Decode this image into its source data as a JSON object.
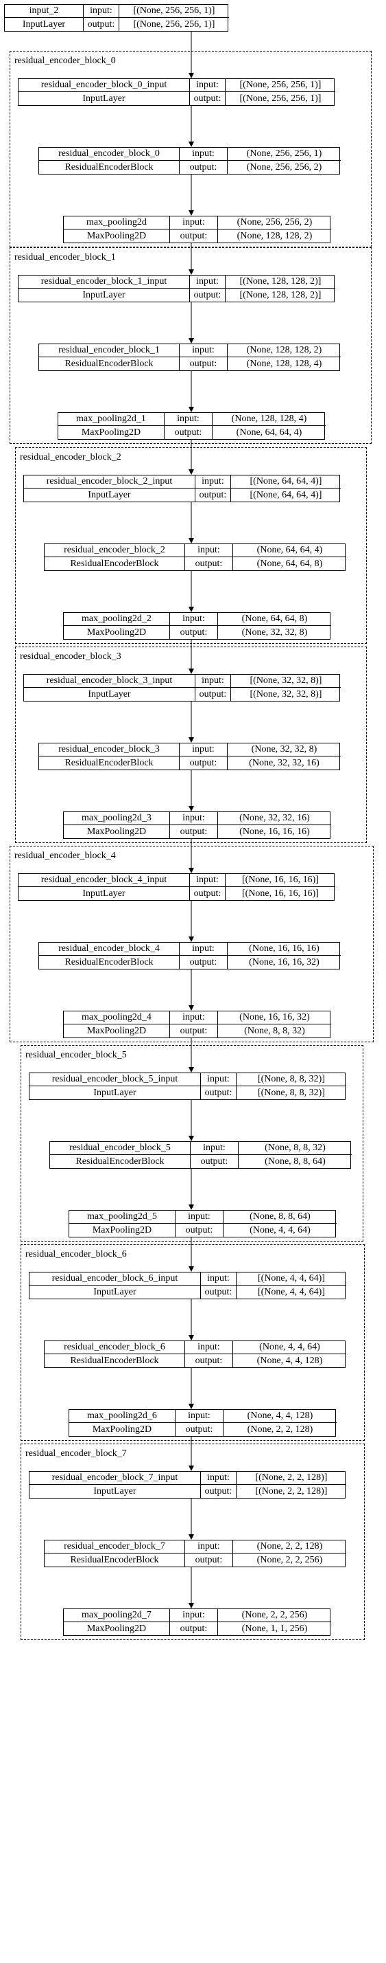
{
  "diagram": {
    "input_node": {
      "name": "input_2",
      "type": "InputLayer",
      "input_label": "input:",
      "output_label": "output:",
      "input_shape": "[(None, 256, 256, 1)]",
      "output_shape": "[(None, 256, 256, 1)]"
    },
    "blocks": [
      {
        "title": "residual_encoder_block_0",
        "nodes": [
          {
            "name": "residual_encoder_block_0_input",
            "type": "InputLayer",
            "input_label": "input:",
            "output_label": "output:",
            "input_shape": "[(None, 256, 256, 1)]",
            "output_shape": "[(None, 256, 256, 1)]"
          },
          {
            "name": "residual_encoder_block_0",
            "type": "ResidualEncoderBlock",
            "input_label": "input:",
            "output_label": "output:",
            "input_shape": "(None, 256, 256, 1)",
            "output_shape": "(None, 256, 256, 2)"
          },
          {
            "name": "max_pooling2d",
            "type": "MaxPooling2D",
            "input_label": "input:",
            "output_label": "output:",
            "input_shape": "(None, 256, 256, 2)",
            "output_shape": "(None, 128, 128, 2)"
          }
        ]
      },
      {
        "title": "residual_encoder_block_1",
        "nodes": [
          {
            "name": "residual_encoder_block_1_input",
            "type": "InputLayer",
            "input_label": "input:",
            "output_label": "output:",
            "input_shape": "[(None, 128, 128, 2)]",
            "output_shape": "[(None, 128, 128, 2)]"
          },
          {
            "name": "residual_encoder_block_1",
            "type": "ResidualEncoderBlock",
            "input_label": "input:",
            "output_label": "output:",
            "input_shape": "(None, 128, 128, 2)",
            "output_shape": "(None, 128, 128, 4)"
          },
          {
            "name": "max_pooling2d_1",
            "type": "MaxPooling2D",
            "input_label": "input:",
            "output_label": "output:",
            "input_shape": "(None, 128, 128, 4)",
            "output_shape": "(None, 64, 64, 4)"
          }
        ]
      },
      {
        "title": "residual_encoder_block_2",
        "nodes": [
          {
            "name": "residual_encoder_block_2_input",
            "type": "InputLayer",
            "input_label": "input:",
            "output_label": "output:",
            "input_shape": "[(None, 64, 64, 4)]",
            "output_shape": "[(None, 64, 64, 4)]"
          },
          {
            "name": "residual_encoder_block_2",
            "type": "ResidualEncoderBlock",
            "input_label": "input:",
            "output_label": "output:",
            "input_shape": "(None, 64, 64, 4)",
            "output_shape": "(None, 64, 64, 8)"
          },
          {
            "name": "max_pooling2d_2",
            "type": "MaxPooling2D",
            "input_label": "input:",
            "output_label": "output:",
            "input_shape": "(None, 64, 64, 8)",
            "output_shape": "(None, 32, 32, 8)"
          }
        ]
      },
      {
        "title": "residual_encoder_block_3",
        "nodes": [
          {
            "name": "residual_encoder_block_3_input",
            "type": "InputLayer",
            "input_label": "input:",
            "output_label": "output:",
            "input_shape": "[(None, 32, 32, 8)]",
            "output_shape": "[(None, 32, 32, 8)]"
          },
          {
            "name": "residual_encoder_block_3",
            "type": "ResidualEncoderBlock",
            "input_label": "input:",
            "output_label": "output:",
            "input_shape": "(None, 32, 32, 8)",
            "output_shape": "(None, 32, 32, 16)"
          },
          {
            "name": "max_pooling2d_3",
            "type": "MaxPooling2D",
            "input_label": "input:",
            "output_label": "output:",
            "input_shape": "(None, 32, 32, 16)",
            "output_shape": "(None, 16, 16, 16)"
          }
        ]
      },
      {
        "title": "residual_encoder_block_4",
        "nodes": [
          {
            "name": "residual_encoder_block_4_input",
            "type": "InputLayer",
            "input_label": "input:",
            "output_label": "output:",
            "input_shape": "[(None, 16, 16, 16)]",
            "output_shape": "[(None, 16, 16, 16)]"
          },
          {
            "name": "residual_encoder_block_4",
            "type": "ResidualEncoderBlock",
            "input_label": "input:",
            "output_label": "output:",
            "input_shape": "(None, 16, 16, 16)",
            "output_shape": "(None, 16, 16, 32)"
          },
          {
            "name": "max_pooling2d_4",
            "type": "MaxPooling2D",
            "input_label": "input:",
            "output_label": "output:",
            "input_shape": "(None, 16, 16, 32)",
            "output_shape": "(None, 8, 8, 32)"
          }
        ]
      },
      {
        "title": "residual_encoder_block_5",
        "nodes": [
          {
            "name": "residual_encoder_block_5_input",
            "type": "InputLayer",
            "input_label": "input:",
            "output_label": "output:",
            "input_shape": "[(None, 8, 8, 32)]",
            "output_shape": "[(None, 8, 8, 32)]"
          },
          {
            "name": "residual_encoder_block_5",
            "type": "ResidualEncoderBlock",
            "input_label": "input:",
            "output_label": "output:",
            "input_shape": "(None, 8, 8, 32)",
            "output_shape": "(None, 8, 8, 64)"
          },
          {
            "name": "max_pooling2d_5",
            "type": "MaxPooling2D",
            "input_label": "input:",
            "output_label": "output:",
            "input_shape": "(None, 8, 8, 64)",
            "output_shape": "(None, 4, 4, 64)"
          }
        ]
      },
      {
        "title": "residual_encoder_block_6",
        "nodes": [
          {
            "name": "residual_encoder_block_6_input",
            "type": "InputLayer",
            "input_label": "input:",
            "output_label": "output:",
            "input_shape": "[(None, 4, 4, 64)]",
            "output_shape": "[(None, 4, 4, 64)]"
          },
          {
            "name": "residual_encoder_block_6",
            "type": "ResidualEncoderBlock",
            "input_label": "input:",
            "output_label": "output:",
            "input_shape": "(None, 4, 4, 64)",
            "output_shape": "(None, 4, 4, 128)"
          },
          {
            "name": "max_pooling2d_6",
            "type": "MaxPooling2D",
            "input_label": "input:",
            "output_label": "output:",
            "input_shape": "(None, 4, 4, 128)",
            "output_shape": "(None, 2, 2, 128)"
          }
        ]
      },
      {
        "title": "residual_encoder_block_7",
        "nodes": [
          {
            "name": "residual_encoder_block_7_input",
            "type": "InputLayer",
            "input_label": "input:",
            "output_label": "output:",
            "input_shape": "[(None, 2, 2, 128)]",
            "output_shape": "[(None, 2, 2, 128)]"
          },
          {
            "name": "residual_encoder_block_7",
            "type": "ResidualEncoderBlock",
            "input_label": "input:",
            "output_label": "output:",
            "input_shape": "(None, 2, 2, 128)",
            "output_shape": "(None, 2, 2, 256)"
          },
          {
            "name": "max_pooling2d_7",
            "type": "MaxPooling2D",
            "input_label": "input:",
            "output_label": "output:",
            "input_shape": "(None, 2, 2, 256)",
            "output_shape": "(None, 1, 1, 256)"
          }
        ]
      }
    ]
  }
}
